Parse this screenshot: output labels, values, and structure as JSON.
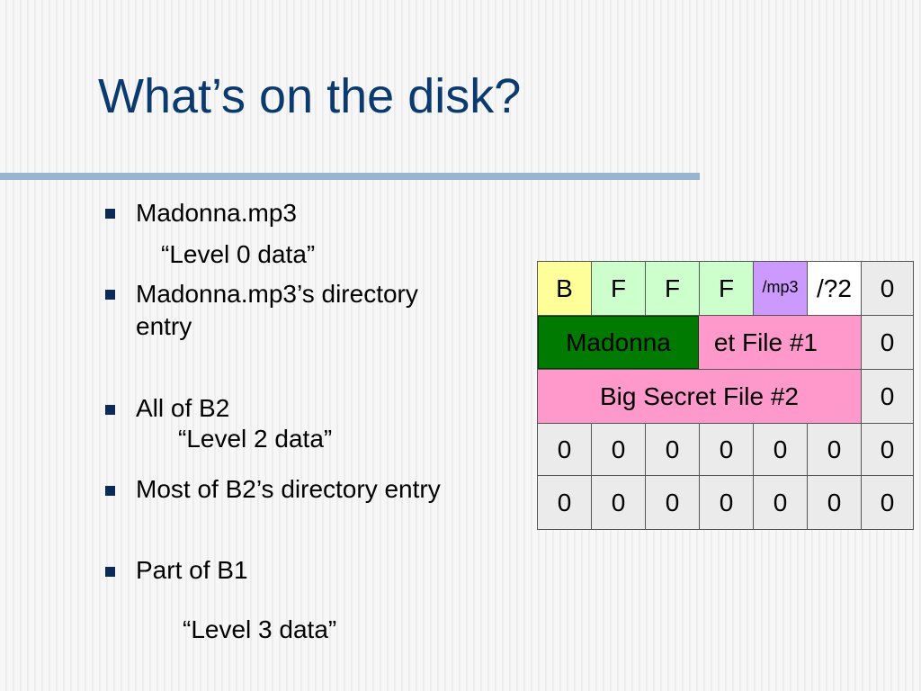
{
  "slide": {
    "title": "What’s on the disk?",
    "bullets": [
      {
        "text": "Madonna.mp3"
      },
      {
        "text": "Madonna.mp3’s directory"
      },
      {
        "text": "entry"
      },
      {
        "text": "All of B2"
      },
      {
        "text": "Most of B2’s directory entry"
      },
      {
        "text": "Part of B1"
      }
    ],
    "sublines": [
      {
        "text": "“Level 0 data”"
      },
      {
        "text": "“Level 2 data”"
      },
      {
        "text": "“Level 3 data”"
      }
    ]
  },
  "disk": {
    "row1": [
      "B",
      "F",
      "F",
      "F",
      "/mp3",
      "/?2",
      "0"
    ],
    "row2_label": "et File #1",
    "row2_end": "0",
    "row3_label": "Big Secret File #2",
    "row3_end": "0",
    "row4": [
      "0",
      "0",
      "0",
      "0",
      "0",
      "0",
      "0"
    ],
    "row5": [
      "0",
      "0",
      "0",
      "0",
      "0",
      "0",
      "0"
    ],
    "overlay_label": "Madonna"
  },
  "colors": {
    "title": "#0b3a6e",
    "rule": "#98b4cf",
    "bullet": "#0b2a55",
    "block_yellow": "#ffff99",
    "block_green_light": "#ccffcc",
    "block_purple": "#cc99ff",
    "block_pink": "#ff99cc",
    "block_green_dark": "#007a00",
    "cell_gray": "#ebebeb"
  }
}
